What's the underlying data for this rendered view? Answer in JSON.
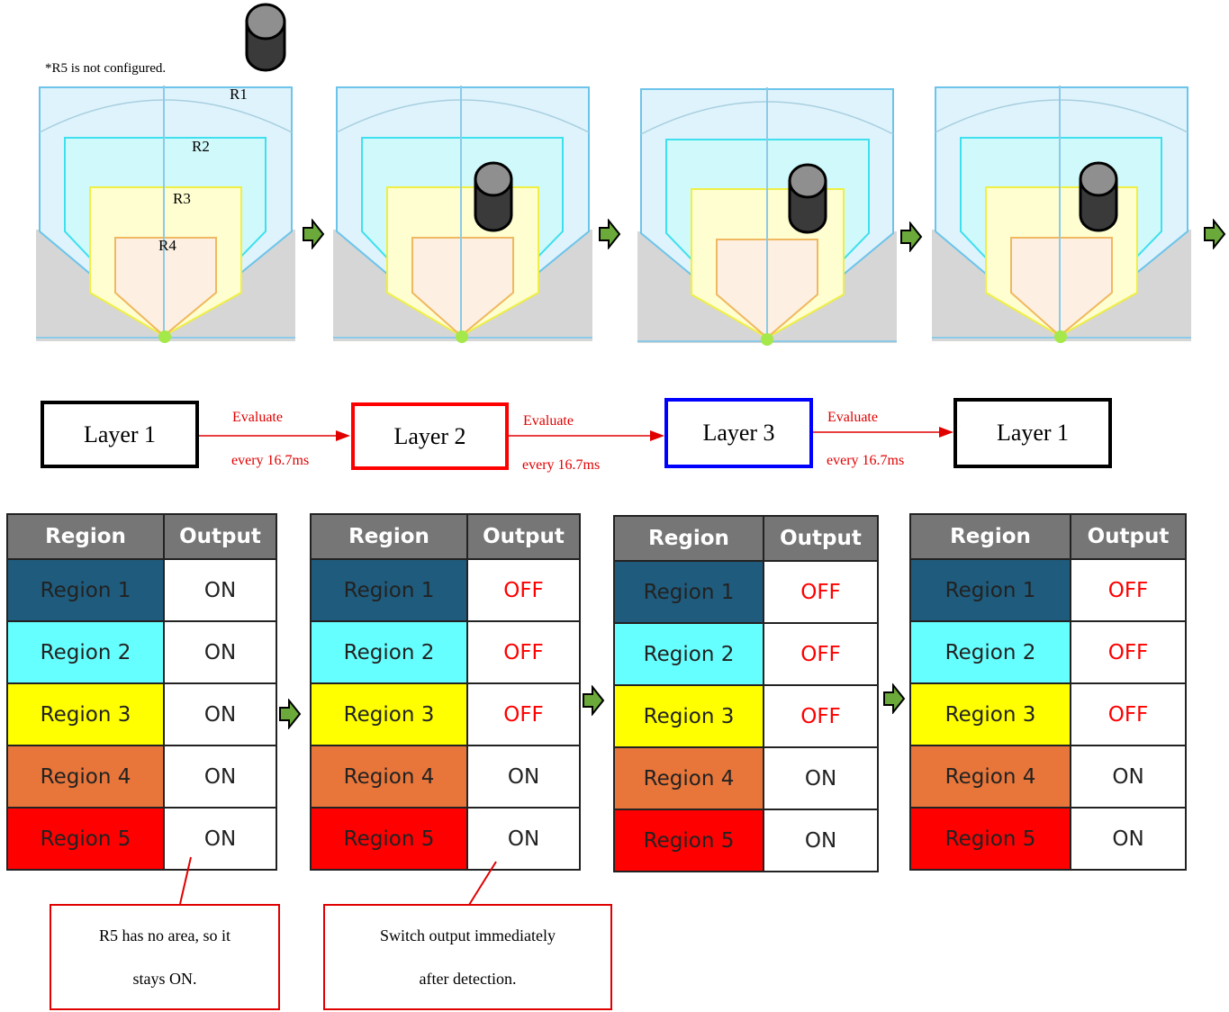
{
  "note": "*R5 is not configured.",
  "region_labels": [
    "R1",
    "R2",
    "R3",
    "R4"
  ],
  "flow": {
    "layers": [
      "Layer 1",
      "Layer 2",
      "Layer 3",
      "Layer 1"
    ],
    "layer_colors": [
      "#000000",
      "#ff0000",
      "#0000ff",
      "#000000"
    ],
    "evaluate_label": "Evaluate",
    "interval_label": "every 16.7ms"
  },
  "table_headers": {
    "region": "Region",
    "output": "Output"
  },
  "region_colors": [
    "#1f5b7c",
    "#66ffff",
    "#ffff00",
    "#e8763a",
    "#ff0000"
  ],
  "tables": [
    {
      "rows": [
        {
          "region": "Region 1",
          "output": "ON"
        },
        {
          "region": "Region 2",
          "output": "ON"
        },
        {
          "region": "Region 3",
          "output": "ON"
        },
        {
          "region": "Region 4",
          "output": "ON"
        },
        {
          "region": "Region 5",
          "output": "ON"
        }
      ]
    },
    {
      "rows": [
        {
          "region": "Region 1",
          "output": "OFF"
        },
        {
          "region": "Region 2",
          "output": "OFF"
        },
        {
          "region": "Region 3",
          "output": "OFF"
        },
        {
          "region": "Region 4",
          "output": "ON"
        },
        {
          "region": "Region 5",
          "output": "ON"
        }
      ]
    },
    {
      "rows": [
        {
          "region": "Region 1",
          "output": "OFF"
        },
        {
          "region": "Region 2",
          "output": "OFF"
        },
        {
          "region": "Region 3",
          "output": "OFF"
        },
        {
          "region": "Region 4",
          "output": "ON"
        },
        {
          "region": "Region 5",
          "output": "ON"
        }
      ]
    },
    {
      "rows": [
        {
          "region": "Region 1",
          "output": "OFF"
        },
        {
          "region": "Region 2",
          "output": "OFF"
        },
        {
          "region": "Region 3",
          "output": "OFF"
        },
        {
          "region": "Region 4",
          "output": "ON"
        },
        {
          "region": "Region 5",
          "output": "ON"
        }
      ]
    }
  ],
  "callouts": [
    {
      "line1": "R5 has no area, so it",
      "line2": "stays ON."
    },
    {
      "line1": "Switch output immediately",
      "line2": "after detection."
    }
  ],
  "colors": {
    "on_text": "#222222",
    "off_text": "#ff0000",
    "arrow_fill": "#6aa93a"
  }
}
